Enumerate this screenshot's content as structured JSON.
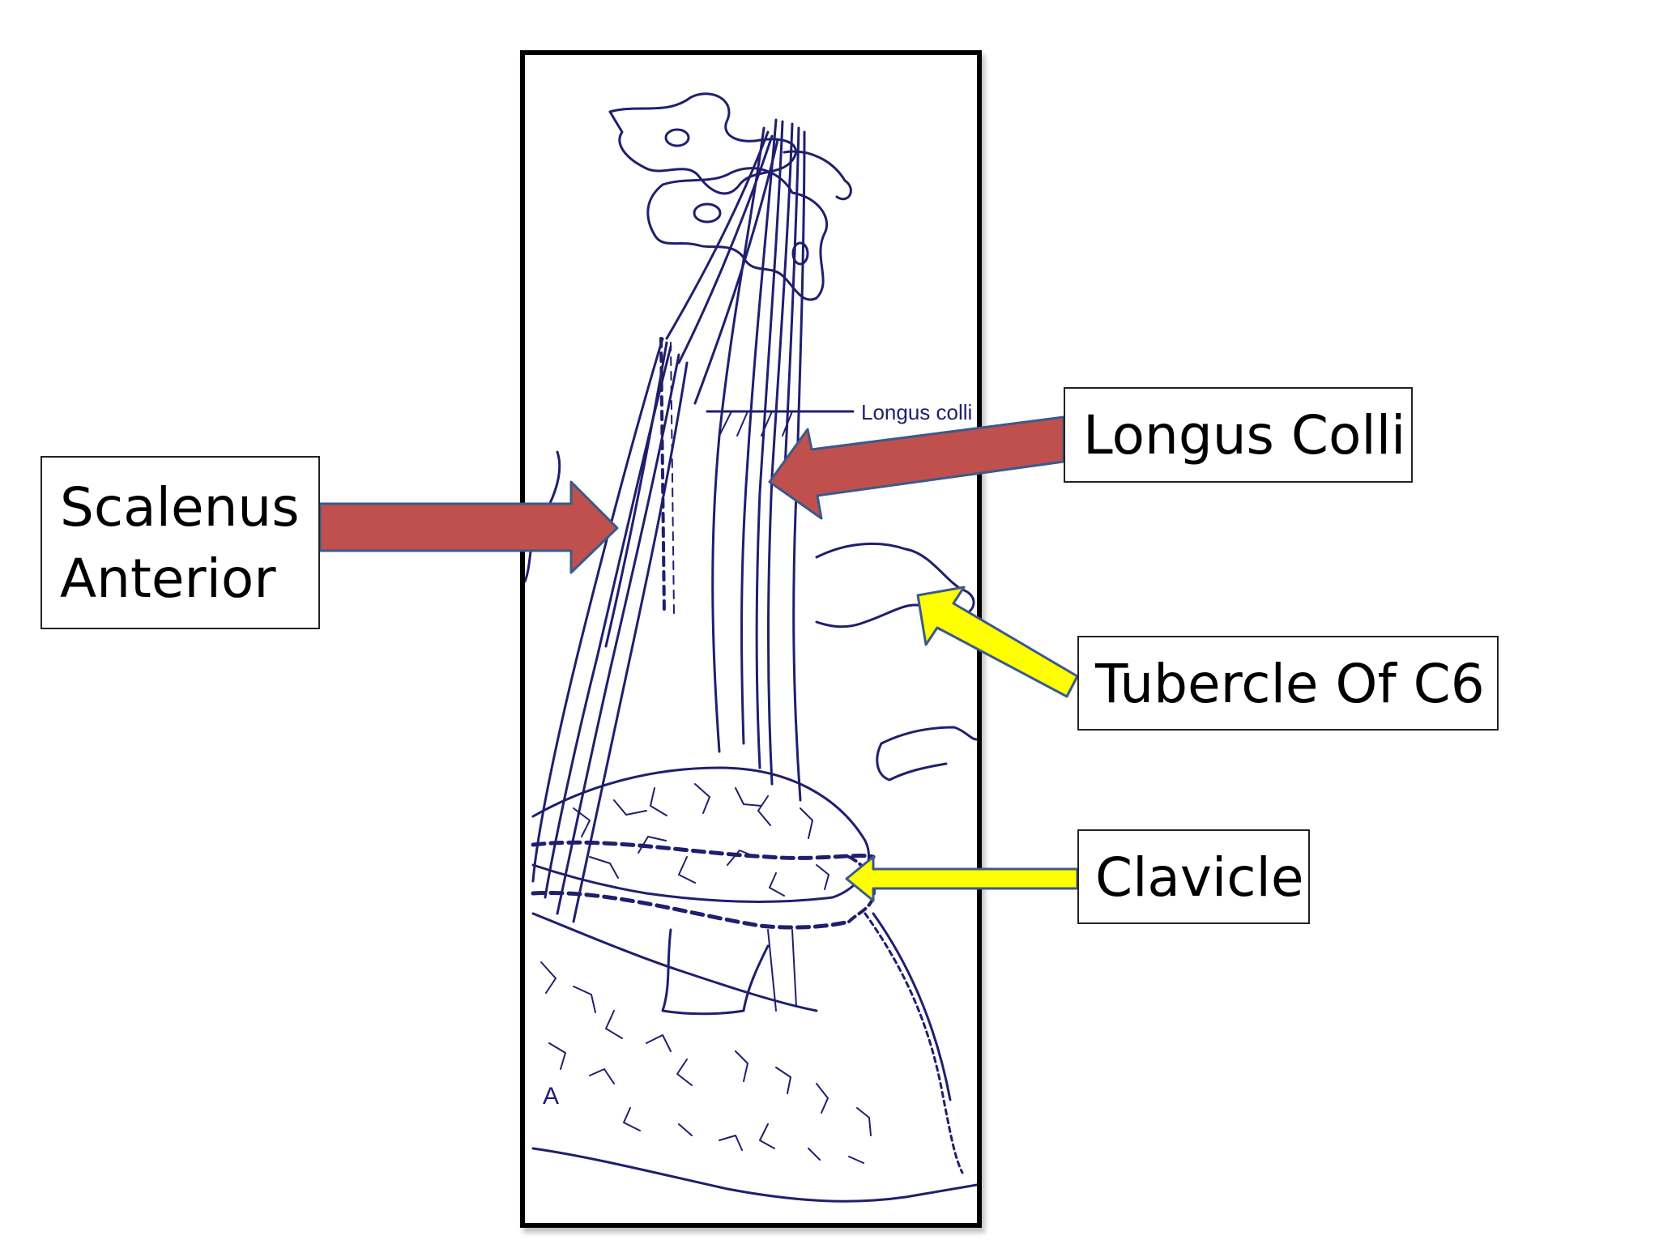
{
  "figure": {
    "inner_label": "Longus colli",
    "panel_letter": "A"
  },
  "callouts": {
    "scalenus_line1": "Scalenus",
    "scalenus_line2": "Anterior",
    "longus": "Longus Colli",
    "tubercle": "Tubercle Of C6",
    "clavicle": "Clavicle"
  },
  "colors": {
    "red_arrow_fill": "#c0504d",
    "red_arrow_stroke": "#3a5a8c",
    "yellow_arrow_fill": "#ffff00",
    "yellow_arrow_stroke": "#3a5a8c",
    "ink": "#1f1f6e"
  }
}
